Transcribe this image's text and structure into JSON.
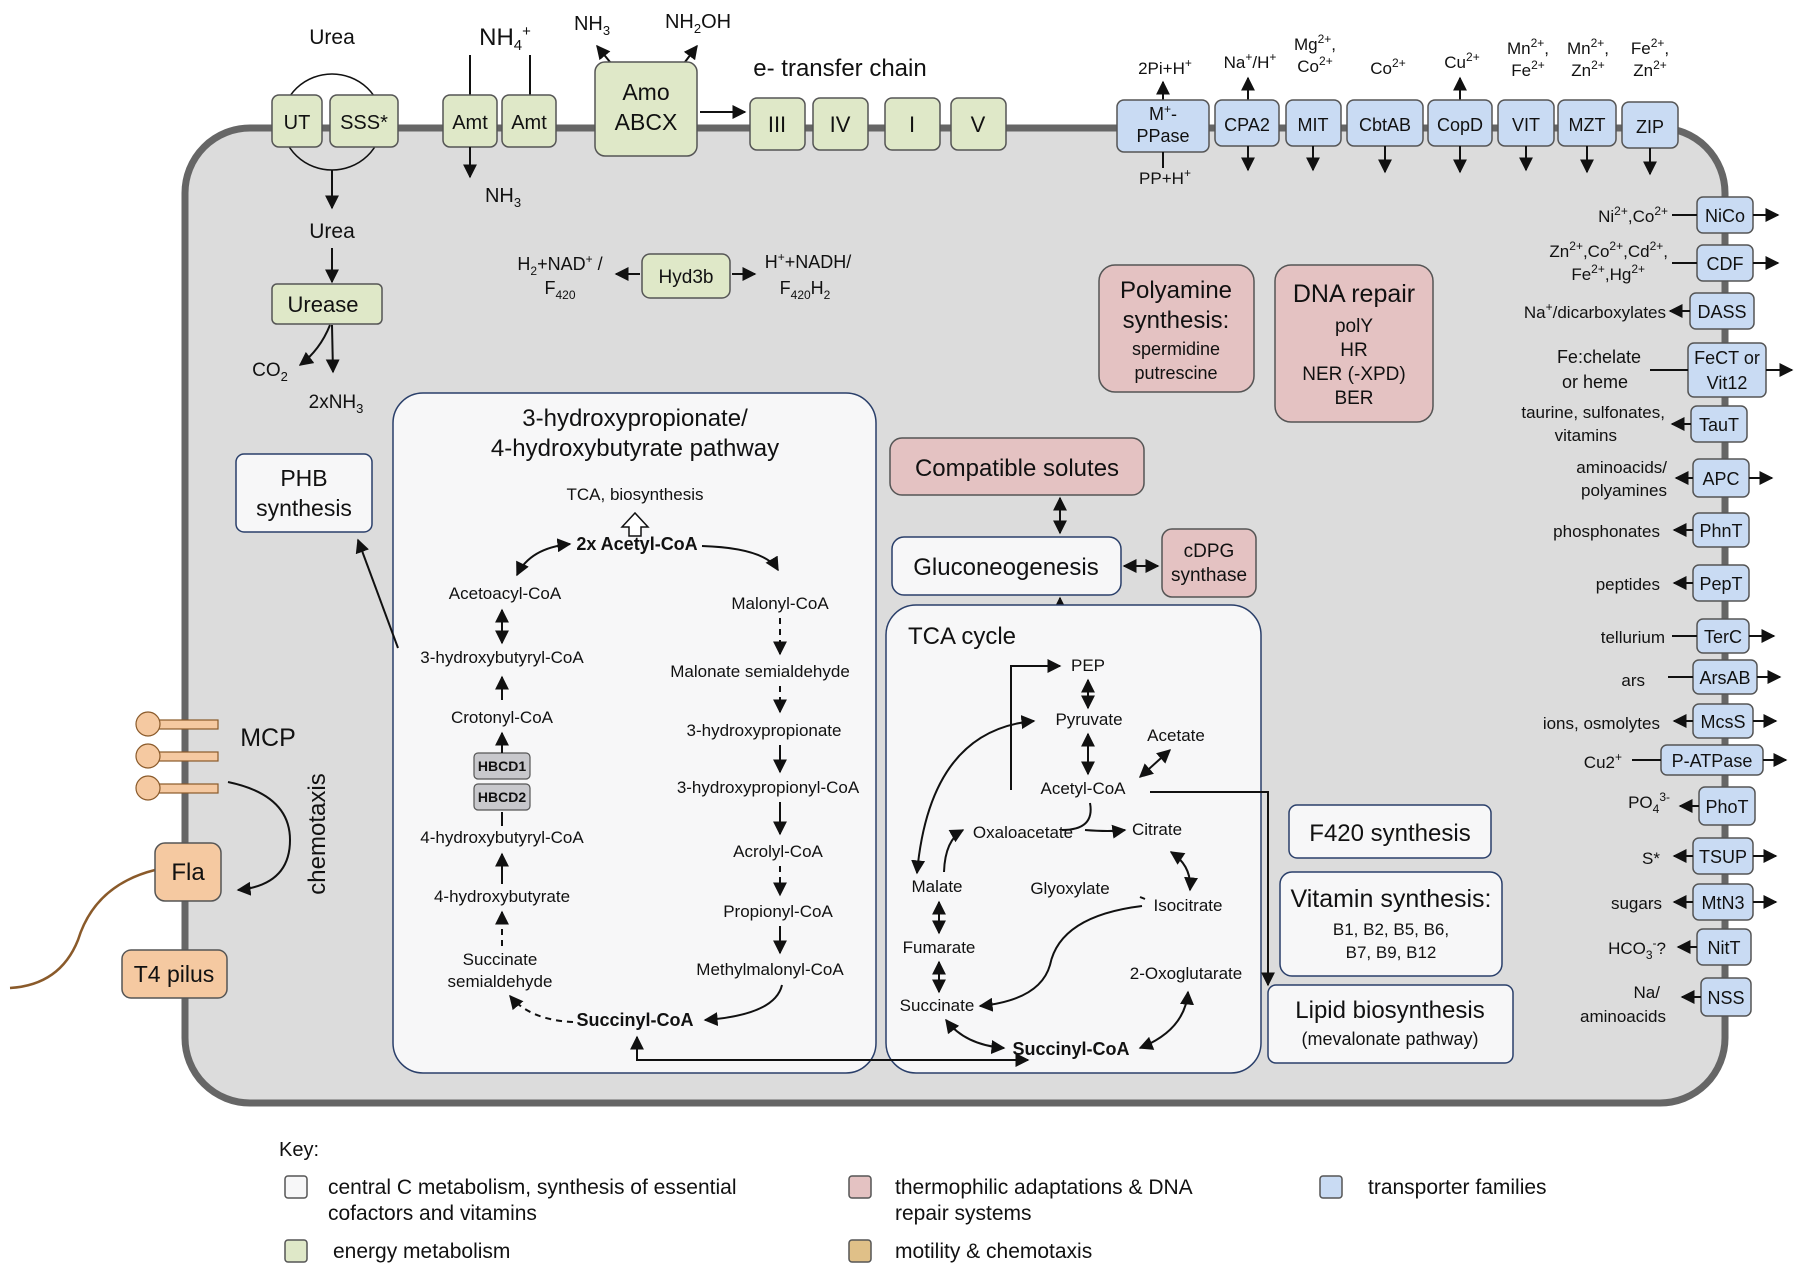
{
  "membrane": {
    "urea_top": "Urea",
    "ut": "UT",
    "sss": "SSS*",
    "urea_in": "Urea",
    "urease": "Urease",
    "co2": "CO2",
    "nh3x2": "2xNH3",
    "nh4": "NH4+",
    "amt1": "Amt",
    "amt2": "Amt",
    "nh3_in": "NH3",
    "nh3_out": "NH3",
    "nh2oh": "NH2OH",
    "amo1": "Amo",
    "amo2": "ABCX",
    "etc": "e- transfer chain",
    "c3": "III",
    "c4": "IV",
    "c1": "I",
    "c5": "V",
    "ppase_top": "2Pi+H+",
    "ppase1": "M+-",
    "ppase2": "PPase",
    "ppase_bot": "PP+H+",
    "cpa2_top": "Na+/H+",
    "cpa2": "CPA2",
    "mit_top1": "Mg2+,",
    "mit_top2": "Co2+",
    "mit": "MIT",
    "cbt_top": "Co2+",
    "cbt": "CbtAB",
    "copd_top": "Cu2+",
    "copd": "CopD",
    "vit_top1": "Mn2+,",
    "vit_top2": "Fe2+",
    "vit": "VIT",
    "mzt_top1": "Mn2+,",
    "mzt_top2": "Zn2+",
    "mzt": "MZT",
    "zip_top1": "Fe2+,",
    "zip_top2": "Zn2+",
    "zip": "ZIP"
  },
  "hyd": {
    "left1": "H2+NAD+ /",
    "left2": "F420",
    "name": "Hyd3b",
    "right1": "H++NADH/",
    "right2": "F420H2"
  },
  "boxes": {
    "polyamine_title": "Polyamine synthesis:",
    "polyamine_1": "spermidine",
    "polyamine_2": "putrescine",
    "dna_title": "DNA repair",
    "dna_1": "polY",
    "dna_2": "HR",
    "dna_3": "NER (-XPD)",
    "dna_4": "BER",
    "compatible": "Compatible solutes",
    "gluco": "Gluconeogenesis",
    "cdpg1": "cDPG",
    "cdpg2": "synthase",
    "phb1": "PHB",
    "phb2": "synthesis",
    "f420": "F420 synthesis",
    "vit_title": "Vitamin synthesis:",
    "vit_1": "B1, B2, B5, B6,",
    "vit_2": "B7, B9, B12",
    "lipid_1": "Lipid biosynthesis",
    "lipid_2": "(mevalonate pathway)"
  },
  "hp": {
    "title1": "3-hydroxypropionate/",
    "title2": "4-hydroxybutyrate pathway",
    "tca_bio": "TCA, biosynthesis",
    "acetyl": "2x Acetyl-CoA",
    "acetoacetyl": "Acetoacyl-CoA",
    "hbutyryl": "3-hydroxybutyryl-CoA",
    "crotonyl": "Crotonyl-CoA",
    "hbcd1": "HBCD1",
    "hbcd2": "HBCD2",
    "hbcoa4": "4-hydroxybutyryl-CoA",
    "hb4": "4-hydroxybutyrate",
    "succ_semi1": "Succinate",
    "succ_semi2": "semialdehyde",
    "succinyl": "Succinyl-CoA",
    "malonyl": "Malonyl-CoA",
    "malonate_semi": "Malonate semialdehyde",
    "hp3": "3-hydroxypropionate",
    "hpcoa3": "3-hydroxypropionyl-CoA",
    "acrolyl": "Acrolyl-CoA",
    "propionyl": "Propionyl-CoA",
    "methylmalonyl": "Methylmalonyl-CoA"
  },
  "tca": {
    "title": "TCA cycle",
    "pep": "PEP",
    "pyruvate": "Pyruvate",
    "acetate": "Acetate",
    "acetylcoa": "Acetyl-CoA",
    "oxaloacetate": "Oxaloacetate",
    "citrate": "Citrate",
    "malate": "Malate",
    "glyoxylate": "Glyoxylate",
    "isocitrate": "Isocitrate",
    "fumarate": "Fumarate",
    "oxoglutarate": "2-Oxoglutarate",
    "succinate": "Succinate",
    "succinyl": "Succinyl-CoA"
  },
  "motility": {
    "mcp": "MCP",
    "chemotaxis": "chemotaxis",
    "fla": "Fla",
    "t4": "T4 pilus"
  },
  "transporters": [
    {
      "name": "NiCo",
      "label": "Ni2+,Co2+"
    },
    {
      "name": "CDF",
      "label": "Zn2+,Co2+,Cd2+,",
      "label2": "Fe2+,Hg2+"
    },
    {
      "name": "DASS",
      "label": "Na+/dicarboxylates"
    },
    {
      "name": "FeCT or",
      "name2": "Vit12",
      "label": "Fe:chelate",
      "label2": "or heme"
    },
    {
      "name": "TauT",
      "label": "taurine, sulfonates,",
      "label2": "vitamins"
    },
    {
      "name": "APC",
      "label": "aminoacids/",
      "label2": "polyamines"
    },
    {
      "name": "PhnT",
      "label": "phosphonates"
    },
    {
      "name": "PepT",
      "label": "peptides"
    },
    {
      "name": "TerC",
      "label": "tellurium"
    },
    {
      "name": "ArsAB",
      "label": "ars"
    },
    {
      "name": "McsS",
      "label": "ions, osmolytes"
    },
    {
      "name": "P-ATPase",
      "label": "Cu2+"
    },
    {
      "name": "PhoT",
      "label": "PO43-"
    },
    {
      "name": "TSUP",
      "label": "S*"
    },
    {
      "name": "MtN3",
      "label": "sugars"
    },
    {
      "name": "NitT",
      "label": "HCO3-?"
    },
    {
      "name": "NSS",
      "label": "Na/",
      "label2": "aminoacids"
    }
  ],
  "key": {
    "title": "Key:",
    "k1a": "central C metabolism, synthesis of essential",
    "k1b": "cofactors and vitamins",
    "k2a": "thermophilic adaptations & DNA",
    "k2b": "repair systems",
    "k3": "transporter families",
    "k4": "energy metabolism",
    "k5": "motility & chemotaxis"
  },
  "colors": {
    "energy": "#dfe8c8",
    "transport": "#c9dbf3",
    "thermo": "#e4c2c2",
    "motility": "#f5c9a1",
    "central": "#f7f7f8"
  }
}
